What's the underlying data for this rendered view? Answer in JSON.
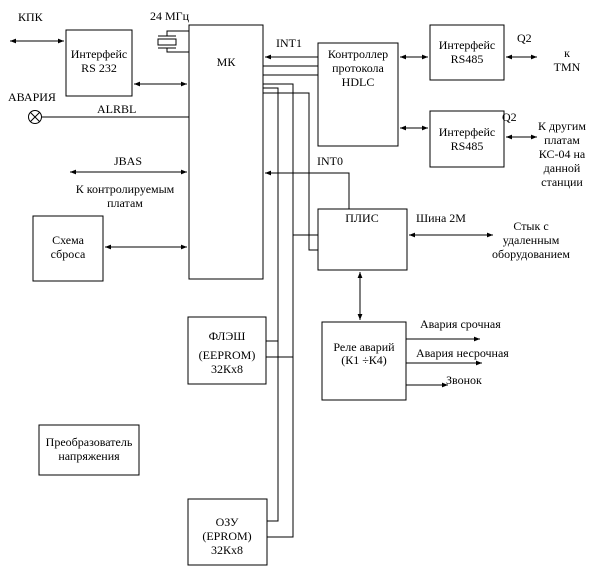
{
  "blocks": {
    "mk": [
      "МК"
    ],
    "rs232": [
      "Интерфейс",
      "RS 232"
    ],
    "hdlc": [
      "Контроллер",
      "протокола",
      "HDLC"
    ],
    "rs485_top": [
      "Интерфейс",
      "RS485"
    ],
    "rs485_bottom": [
      "Интерфейс",
      "RS485"
    ],
    "reset": [
      "Схема",
      "сброса"
    ],
    "plis": [
      "ПЛИС"
    ],
    "flash": [
      "ФЛЭШ",
      "(EEPROM)",
      "32Кх8"
    ],
    "relay": [
      "Реле аварий",
      "(К1 ÷К4)"
    ],
    "converter": [
      "Преобразователь",
      "напряжения"
    ],
    "ram": [
      "ОЗУ",
      "(EPROM)",
      "32Кх8"
    ]
  },
  "labels": {
    "kpk": "КПК",
    "freq": "24 МГц",
    "avaria": "АВАРИЯ",
    "alrbl": "ALRBL",
    "jbas": "JBAS",
    "controlled": [
      "К контролируемым",
      "платам"
    ],
    "int1": "INT1",
    "int0": "INT0",
    "q2_top": "Q2",
    "q2_bottom": "Q2",
    "tmn": [
      "к",
      "TMN"
    ],
    "other_boards": [
      "К другим",
      "платам",
      "КС-04 на",
      "данной",
      "станции"
    ],
    "bus": "Шина 2М",
    "remote": [
      "Стык с",
      "удаленным",
      "оборудованием"
    ],
    "urgent": "Авария срочная",
    "nonurgent": "Авария несрочная",
    "bell": "Звонок"
  }
}
